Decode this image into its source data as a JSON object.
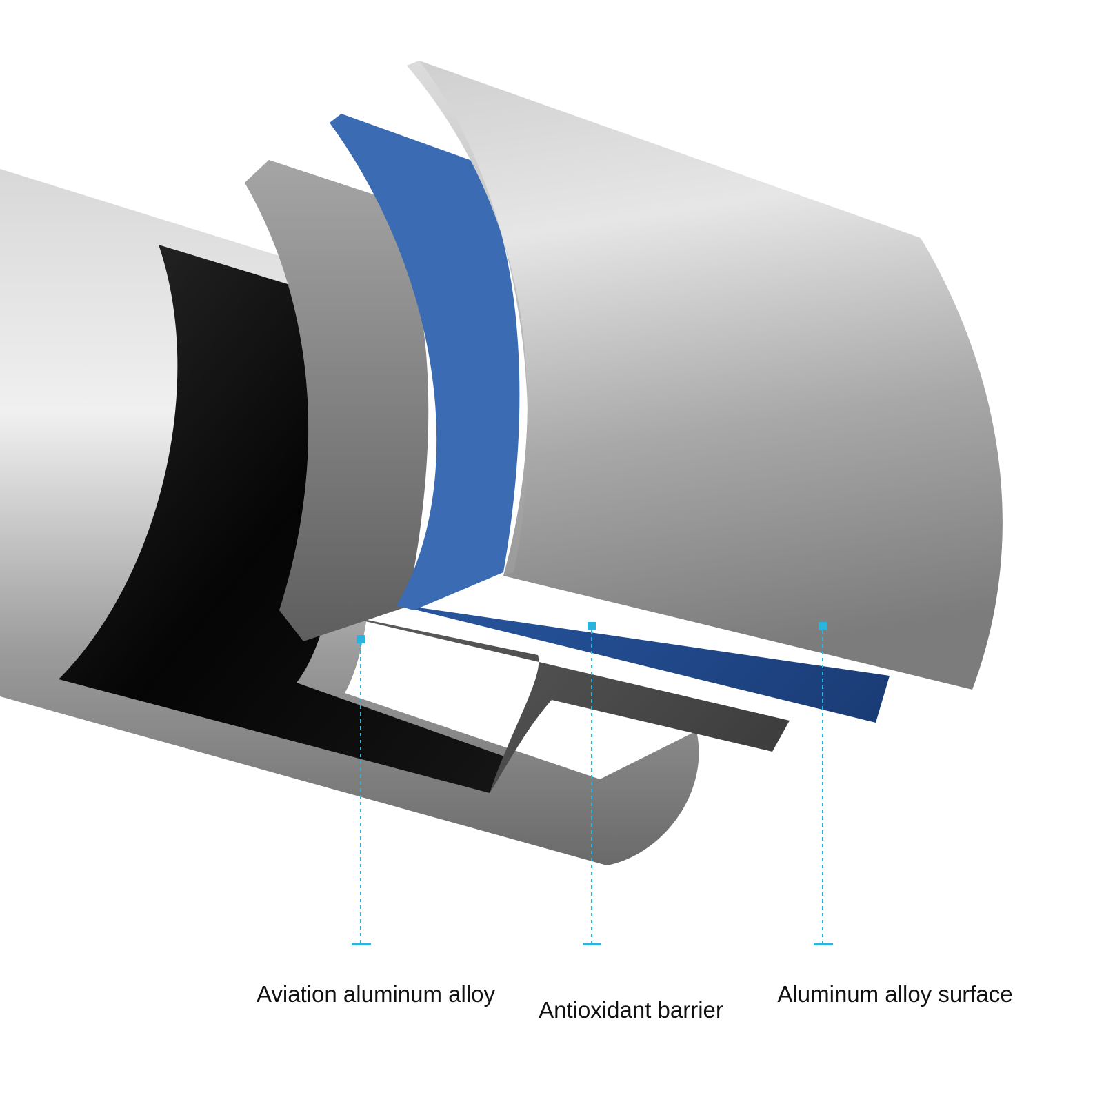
{
  "diagram": {
    "layers": [
      {
        "id": "inner-core",
        "fill": "#0a0a0a"
      },
      {
        "id": "aviation-alloy",
        "fill": "#8a8a8a"
      },
      {
        "id": "antioxidant",
        "fill": "#2d5ba4"
      },
      {
        "id": "alloy-surface",
        "fill": "#b9b9b9"
      }
    ],
    "accent": "#29b4e0",
    "callouts": [
      {
        "label": "Aviation aluminum alloy"
      },
      {
        "label": "Antioxidant barrier"
      },
      {
        "label": "Aluminum alloy surface"
      }
    ]
  }
}
